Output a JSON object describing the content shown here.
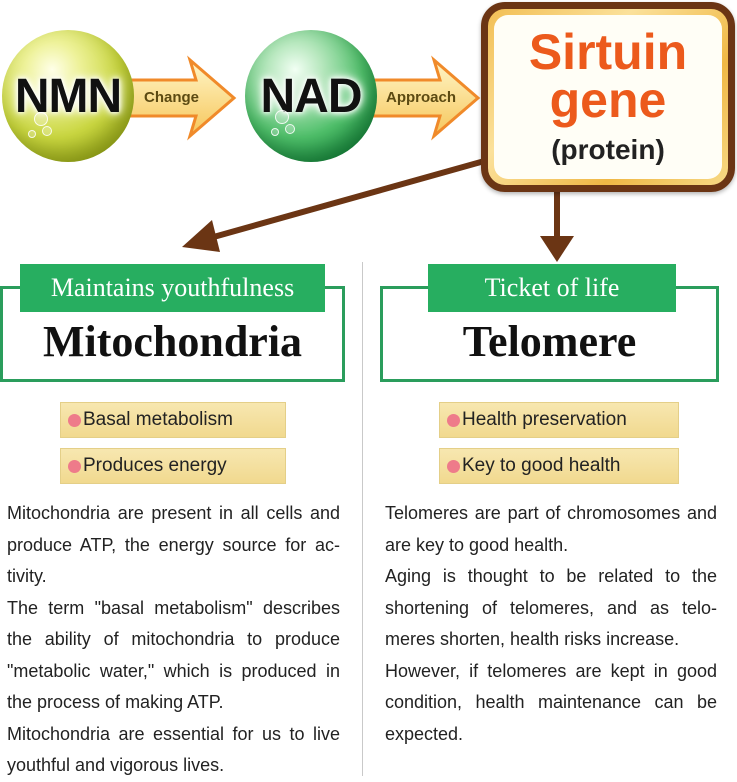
{
  "nmn": {
    "label": "NMN"
  },
  "nad": {
    "label": "NAD"
  },
  "arrows": {
    "change": "Change",
    "approach": "Approach"
  },
  "sirtuin": {
    "line1": "Sirtuin",
    "line2": "gene",
    "sub": "(protein)"
  },
  "left": {
    "tag": "Maintains youthfulness",
    "title": "Mitochondria",
    "bullets": [
      "Basal metabolism",
      "Produces energy"
    ],
    "paragraphs": [
      "Mitochondria are present in all cells and produce ATP, the energy source for ac-tivity.",
      "The term \"basal metabolism\" describes the ability of mitochondria to produce \"metabolic water,\" which is produced in the process of making ATP.",
      "Mitochondria are essential for us to live youthful and vigorous lives."
    ]
  },
  "right": {
    "tag": "Ticket of life",
    "title": "Telomere",
    "bullets": [
      "Health preservation",
      "Key to good health"
    ],
    "paragraphs": [
      "Telomeres are part of chromosomes and are key to good health.",
      "Aging is thought to be related to the shortening of telomeres, and as telo-meres shorten, health risks increase.",
      "However, if telomeres are kept in good condition, health maintenance can be expected."
    ]
  },
  "colors": {
    "accent_green": "#27ae60",
    "sirtuin_orange": "#ec5a1c",
    "arrow_brown": "#6b3514",
    "bullet_pink": "#ee7b8a"
  }
}
